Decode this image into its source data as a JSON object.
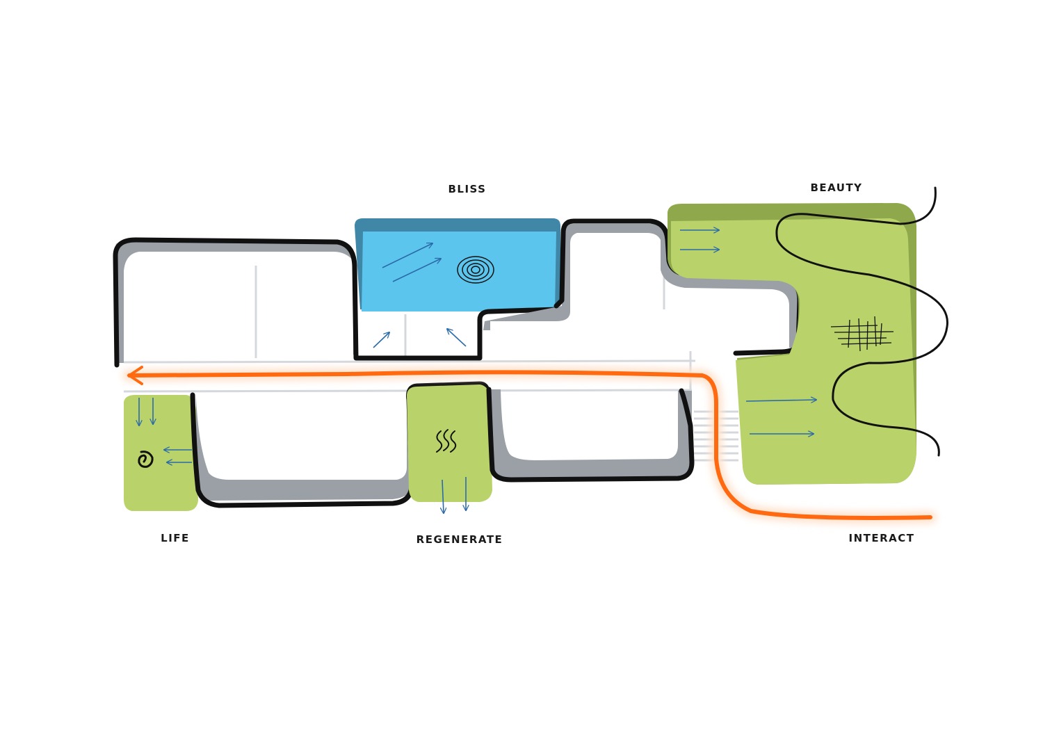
{
  "labels": {
    "bliss": "BLISS",
    "beauty": "BEAUTY",
    "life": "LIFE",
    "regenerate": "REGENERATE",
    "interact": "INTERACT"
  },
  "colors": {
    "background": "#ffffff",
    "outline": "#111111",
    "shadow": "#9aa0a6",
    "green": "#b9d36a",
    "green_dark": "#8fa84c",
    "blue": "#5cc5ee",
    "blue_dark": "#3f86a7",
    "orange": "#ff6a10",
    "arrow_blue": "#2a6aa8",
    "grid_line": "#d4d8dc"
  },
  "icons": [
    "fingerprint-icon",
    "steam-icon",
    "spiral-icon",
    "mesh-icon"
  ]
}
